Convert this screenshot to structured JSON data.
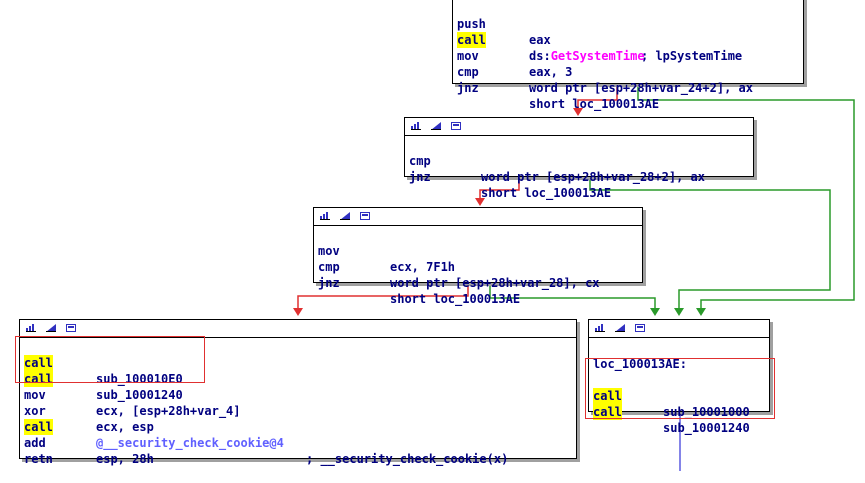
{
  "colors": {
    "false_edge": "#e03030",
    "true_edge": "#2a9a2a",
    "fallthrough_edge": "#5a5ae0",
    "highlight_box": "#e03030",
    "call_highlight": "#ffff00"
  },
  "nodes": {
    "top": {
      "lines": [
        {
          "mnemonic": "push",
          "operand": "eax",
          "comment": "; lpSystemTime"
        },
        {
          "mnemonic": "call",
          "operand_prefix": "ds:",
          "operand_fn": "GetSystemTime"
        },
        {
          "mnemonic": "mov",
          "operand": "eax, 3"
        },
        {
          "mnemonic": "cmp",
          "operand": "word ptr [esp+28h+var_24+2], ax"
        },
        {
          "mnemonic": "jnz",
          "operand": "short loc_100013AE"
        }
      ]
    },
    "second": {
      "lines": [
        {
          "mnemonic": "cmp",
          "operand": "word ptr [esp+28h+var_28+2], ax"
        },
        {
          "mnemonic": "jnz",
          "operand": "short loc_100013AE"
        }
      ]
    },
    "third": {
      "lines": [
        {
          "mnemonic": "mov",
          "operand": "ecx, 7F1h"
        },
        {
          "mnemonic": "cmp",
          "operand": "word ptr [esp+28h+var_28], cx"
        },
        {
          "mnemonic": "jnz",
          "operand": "short loc_100013AE"
        }
      ]
    },
    "left": {
      "lines": [
        {
          "mnemonic": "call",
          "operand": "sub_100010E0"
        },
        {
          "mnemonic": "call",
          "operand": "sub_10001240"
        },
        {
          "mnemonic": "mov",
          "operand": "ecx, [esp+28h+var_4]"
        },
        {
          "mnemonic": "xor",
          "operand": "ecx, esp"
        },
        {
          "mnemonic": "call",
          "operand": "@__security_check_cookie@4",
          "comment": "; __security_check_cookie(x)"
        },
        {
          "mnemonic": "add",
          "operand": "esp, 28h"
        },
        {
          "mnemonic": "retn",
          "operand": ""
        }
      ]
    },
    "right": {
      "label": "loc_100013AE:",
      "lines": [
        {
          "mnemonic": "call",
          "operand": "sub_10001000"
        },
        {
          "mnemonic": "call",
          "operand": "sub_10001240"
        }
      ]
    }
  }
}
